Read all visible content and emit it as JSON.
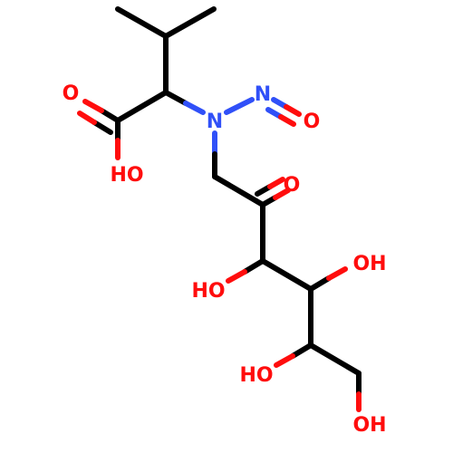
{
  "molecule": {
    "atoms": {
      "o_carbonyl": {
        "label": "O",
        "color": "#ff0d0d"
      },
      "oh_acid": {
        "label": "HO",
        "color": "#ff0d0d"
      },
      "n_amine": {
        "label": "N",
        "color": "#3050f8"
      },
      "n_nitroso": {
        "label": "N",
        "color": "#3050f8"
      },
      "o_nitroso": {
        "label": "O",
        "color": "#ff0d0d"
      },
      "o_ketone": {
        "label": "O",
        "color": "#ff0d0d"
      },
      "oh_c3": {
        "label": "HO",
        "color": "#ff0d0d"
      },
      "oh_c4": {
        "label": "OH",
        "color": "#ff0d0d"
      },
      "oh_c5": {
        "label": "HO",
        "color": "#ff0d0d"
      },
      "oh_c6": {
        "label": "OH",
        "color": "#ff0d0d"
      }
    },
    "colors": {
      "carbon": "#000000",
      "oxygen": "#ff0d0d",
      "nitrogen": "#3050f8"
    }
  }
}
